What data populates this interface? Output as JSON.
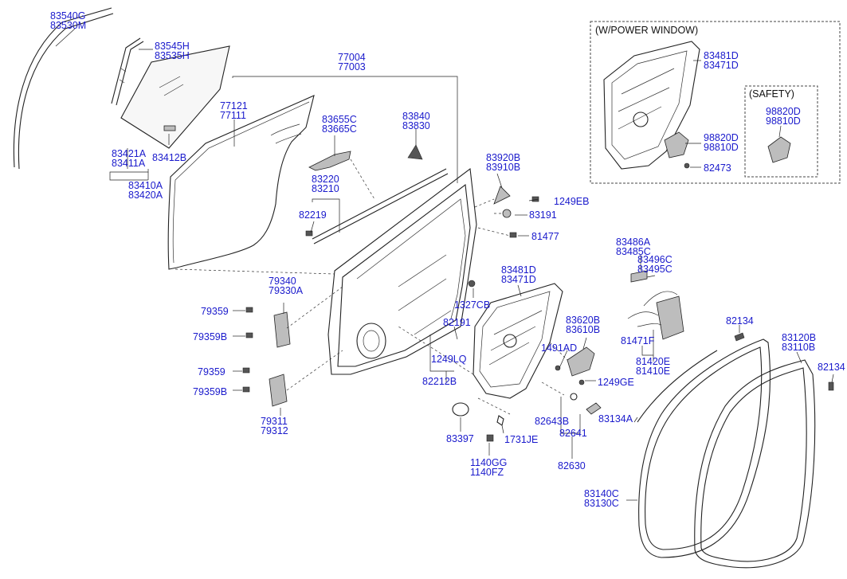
{
  "boxes": {
    "power_window": "(W/POWER WINDOW)",
    "safety": "(SAFETY)"
  },
  "labels": [
    {
      "id": "p83540g",
      "lines": [
        "83540G",
        "83530M"
      ]
    },
    {
      "id": "p83545h",
      "lines": [
        "83545H",
        "83535H"
      ]
    },
    {
      "id": "p77004",
      "lines": [
        "77004",
        "77003"
      ]
    },
    {
      "id": "p77121",
      "lines": [
        "77121",
        "77111"
      ]
    },
    {
      "id": "p83655c",
      "lines": [
        "83655C",
        "83665C"
      ]
    },
    {
      "id": "p83840",
      "lines": [
        "83840",
        "83830"
      ]
    },
    {
      "id": "p83421a",
      "lines": [
        "83421A",
        "83411A"
      ]
    },
    {
      "id": "p83412b",
      "lines": [
        "83412B"
      ]
    },
    {
      "id": "p83410a",
      "lines": [
        "83410A",
        "83420A"
      ]
    },
    {
      "id": "p83220",
      "lines": [
        "83220",
        "83210"
      ]
    },
    {
      "id": "p82219",
      "lines": [
        "82219"
      ]
    },
    {
      "id": "p83920b",
      "lines": [
        "83920B",
        "83910B"
      ]
    },
    {
      "id": "p1249eb",
      "lines": [
        "1249EB"
      ]
    },
    {
      "id": "p83191",
      "lines": [
        "83191"
      ]
    },
    {
      "id": "p81477",
      "lines": [
        "81477"
      ]
    },
    {
      "id": "p79340",
      "lines": [
        "79340",
        "79330A"
      ]
    },
    {
      "id": "p79359a",
      "lines": [
        "79359"
      ]
    },
    {
      "id": "p79359ba",
      "lines": [
        "79359B"
      ]
    },
    {
      "id": "p79359c",
      "lines": [
        "79359"
      ]
    },
    {
      "id": "p79359bb",
      "lines": [
        "79359B"
      ]
    },
    {
      "id": "p79311",
      "lines": [
        "79311",
        "79312"
      ]
    },
    {
      "id": "p83481d_main",
      "lines": [
        "83481D",
        "83471D"
      ]
    },
    {
      "id": "p1327cb",
      "lines": [
        "1327CB"
      ]
    },
    {
      "id": "p82191",
      "lines": [
        "82191"
      ]
    },
    {
      "id": "p1249lq",
      "lines": [
        "1249LQ"
      ]
    },
    {
      "id": "p82212b",
      "lines": [
        "82212B"
      ]
    },
    {
      "id": "p83397",
      "lines": [
        "83397"
      ]
    },
    {
      "id": "p1140gg",
      "lines": [
        "1140GG",
        "1140FZ"
      ]
    },
    {
      "id": "p1731je",
      "lines": [
        "1731JE"
      ]
    },
    {
      "id": "p82643b",
      "lines": [
        "82643B"
      ]
    },
    {
      "id": "p82641",
      "lines": [
        "82641"
      ]
    },
    {
      "id": "p82630",
      "lines": [
        "82630"
      ]
    },
    {
      "id": "p83620b",
      "lines": [
        "83620B",
        "83610B"
      ]
    },
    {
      "id": "p1491ad",
      "lines": [
        "1491AD"
      ]
    },
    {
      "id": "p1249ge",
      "lines": [
        "1249GE"
      ]
    },
    {
      "id": "p83486a",
      "lines": [
        "83486A",
        "83485C"
      ]
    },
    {
      "id": "p83496c",
      "lines": [
        "83496C",
        "83495C"
      ]
    },
    {
      "id": "p81471f",
      "lines": [
        "81471F"
      ]
    },
    {
      "id": "p81420e",
      "lines": [
        "81420E",
        "81410E"
      ]
    },
    {
      "id": "p83134a",
      "lines": [
        "83134A"
      ]
    },
    {
      "id": "p82134a",
      "lines": [
        "82134"
      ]
    },
    {
      "id": "p83120b",
      "lines": [
        "83120B",
        "83110B"
      ]
    },
    {
      "id": "p82134b",
      "lines": [
        "82134"
      ]
    },
    {
      "id": "p83140c",
      "lines": [
        "83140C",
        "83130C"
      ]
    },
    {
      "id": "p83481d_box",
      "lines": [
        "83481D",
        "83471D"
      ]
    },
    {
      "id": "p98820d_box",
      "lines": [
        "98820D",
        "98810D"
      ]
    },
    {
      "id": "p82473",
      "lines": [
        "82473"
      ]
    },
    {
      "id": "p98820d_safety",
      "lines": [
        "98820D",
        "98810D"
      ]
    }
  ]
}
